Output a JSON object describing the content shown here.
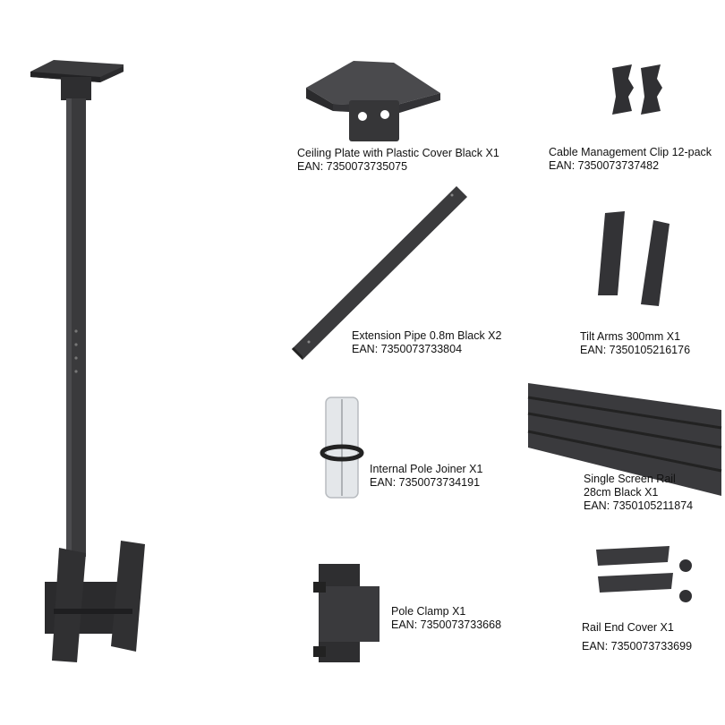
{
  "colors": {
    "metal": "#3b3b3d",
    "metal_dark": "#232325",
    "metal_light": "#5a5a5d",
    "joiner": "#e4e7ea"
  },
  "items": [
    {
      "name": "Ceiling Plate with Plastic Cover Black X1",
      "ean": "EAN: 7350073735075"
    },
    {
      "name": "Cable Management Clip 12-pack",
      "ean": "EAN: 7350073737482"
    },
    {
      "name": "Extension Pipe 0.8m Black X2",
      "ean": "EAN: 7350073733804"
    },
    {
      "name": "Tilt Arms 300mm X1",
      "ean": "EAN: 7350105216176"
    },
    {
      "name": "Internal Pole Joiner X1",
      "ean": "EAN: 7350073734191"
    },
    {
      "name_line1": "Single Screen Rail",
      "name_line2": "28cm Black X1",
      "ean": "EAN: 7350105211874"
    },
    {
      "name": "Pole Clamp X1",
      "ean": "EAN: 7350073733668"
    },
    {
      "name": "Rail End Cover X1",
      "ean": "EAN: 7350073733699"
    }
  ]
}
